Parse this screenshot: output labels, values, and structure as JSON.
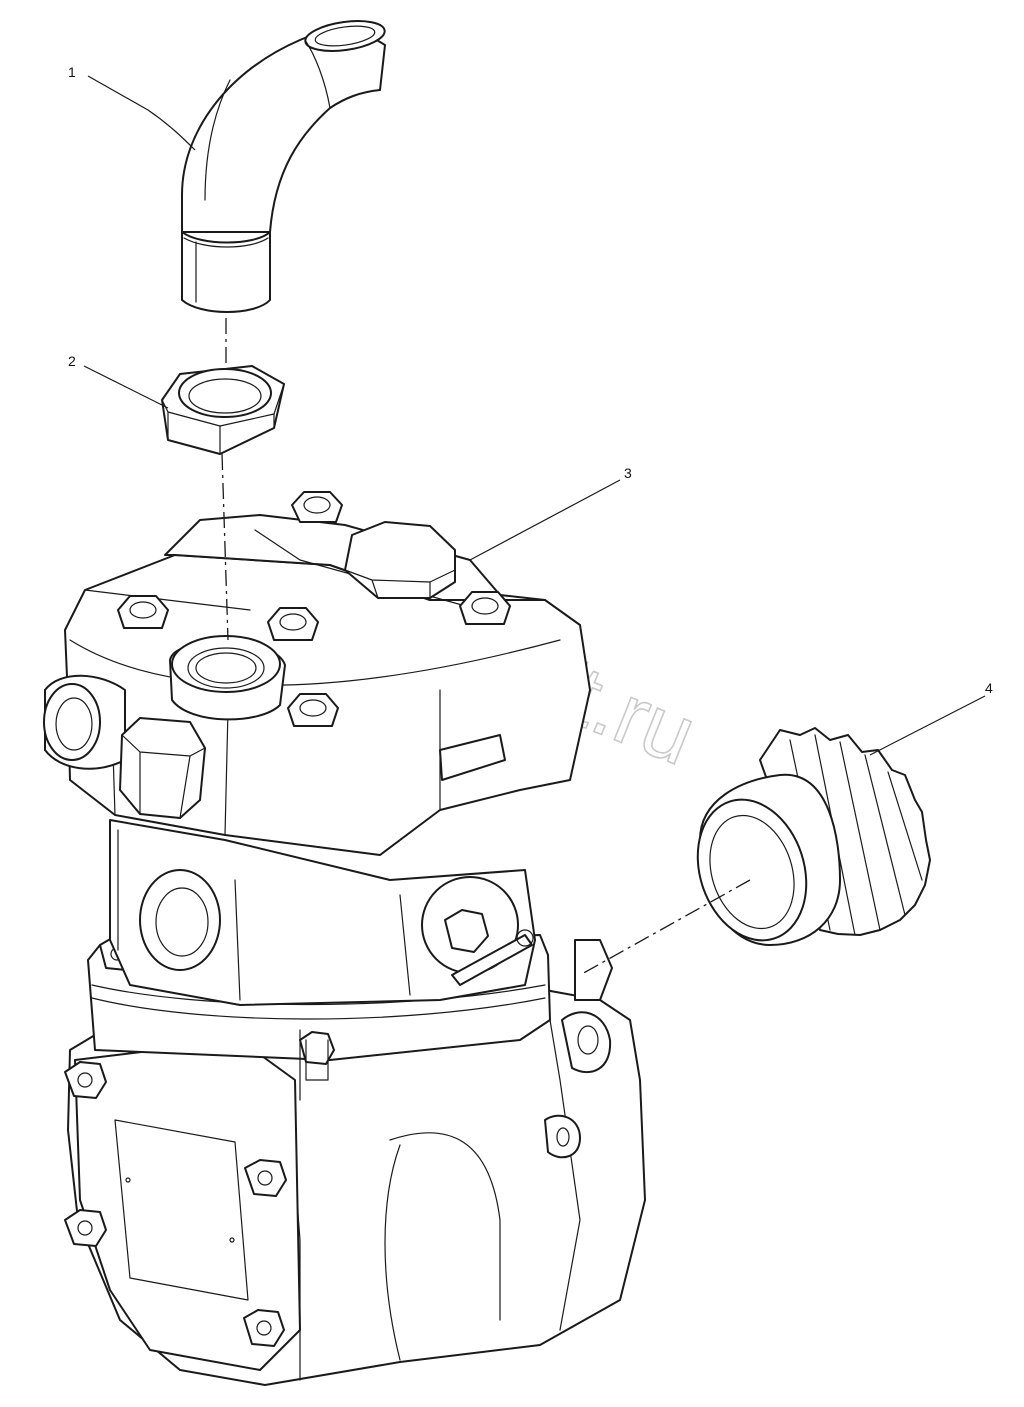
{
  "diagram": {
    "callouts": [
      {
        "id": "1",
        "label": "1"
      },
      {
        "id": "2",
        "label": "2"
      },
      {
        "id": "3",
        "label": "3"
      },
      {
        "id": "4",
        "label": "4"
      }
    ],
    "watermark": "AutoSoft.ru"
  }
}
